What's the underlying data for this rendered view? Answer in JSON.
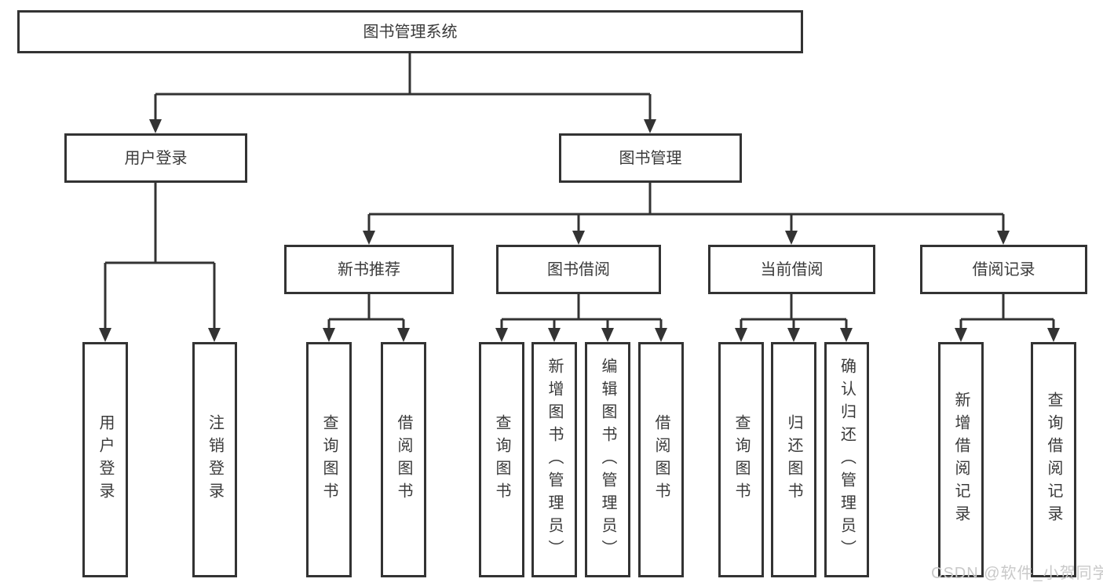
{
  "colors": {
    "line": "#333333",
    "text": "#3a3a3a",
    "box_background": "#ffffff",
    "watermark": "#c9c9c9"
  },
  "watermark": {
    "text": "CSDN @软件_小贺同学"
  },
  "tree": {
    "root": {
      "label": "图书管理系统"
    },
    "branches": [
      {
        "label": "用户登录",
        "children": [
          {
            "label": "用户登录"
          },
          {
            "label": "注销登录"
          }
        ]
      },
      {
        "label": "图书管理",
        "groups": [
          {
            "label": "新书推荐",
            "children": [
              {
                "label": "查询图书"
              },
              {
                "label": "借阅图书"
              }
            ]
          },
          {
            "label": "图书借阅",
            "children": [
              {
                "label": "查询图书"
              },
              {
                "label": "新增图书（管理员）"
              },
              {
                "label": "编辑图书（管理员）"
              },
              {
                "label": "借阅图书"
              }
            ]
          },
          {
            "label": "当前借阅",
            "children": [
              {
                "label": "查询图书"
              },
              {
                "label": "归还图书"
              },
              {
                "label": "确认归还（管理员）"
              }
            ]
          },
          {
            "label": "借阅记录",
            "children": [
              {
                "label": "新增借阅记录"
              },
              {
                "label": "查询借阅记录"
              }
            ]
          }
        ]
      }
    ]
  }
}
